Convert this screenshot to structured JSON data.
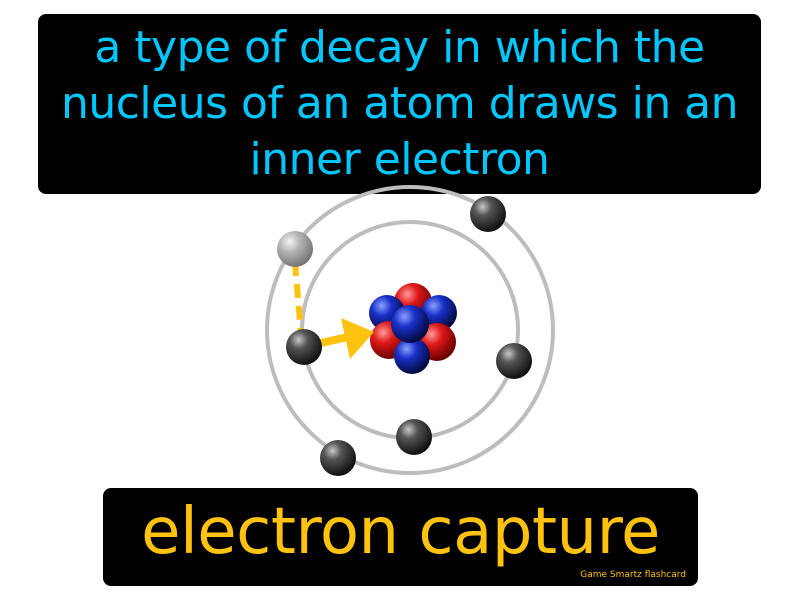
{
  "card": {
    "definition": "a type of decay in which the nucleus of an atom draws in an inner electron",
    "term": "electron capture",
    "brand": "Game Smartz  flashcard"
  },
  "colors": {
    "definition_text": "#00c8ff",
    "term_text": "#ffc20e",
    "box_background": "#000000",
    "arrow": "#ffc20e",
    "proton": "#e01818",
    "neutron": "#1830c8",
    "electron": "#333333",
    "captured_electron": "#9a9a9a",
    "orbit": "#bdbdbd"
  },
  "illustration": {
    "subject": "atom with nucleus, two electron shells, and an inner electron being captured by the nucleus"
  }
}
